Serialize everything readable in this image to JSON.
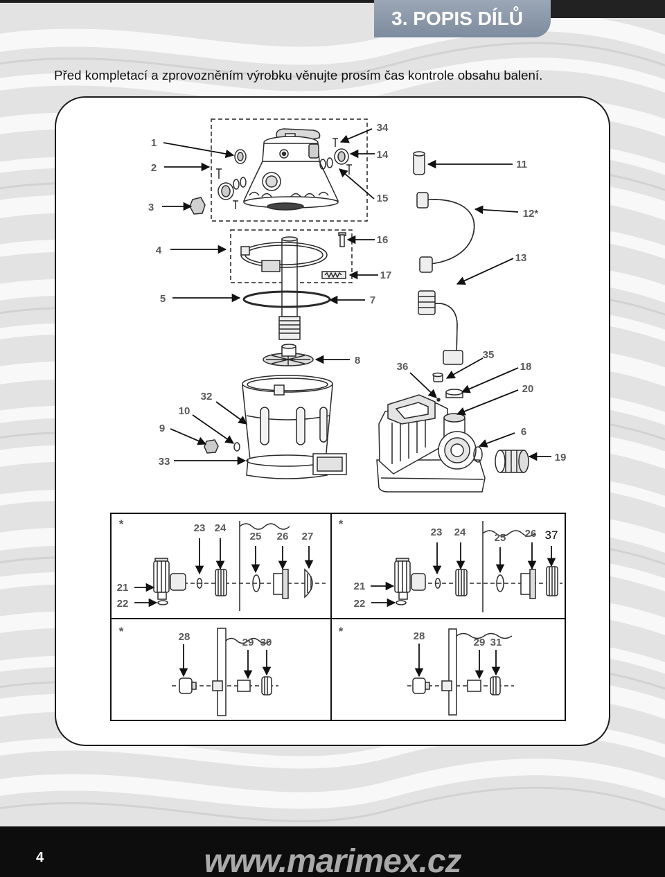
{
  "header": {
    "section_title": "3. POPIS DÍLŮ"
  },
  "intro_text": "Před kompletací a zprovozněním výrobku věnujte prosím čas kontrole obsahu balení.",
  "diagram": {
    "part_numbers": [
      "1",
      "2",
      "3",
      "34",
      "14",
      "15",
      "11",
      "12*",
      "4",
      "16",
      "13",
      "17",
      "5",
      "7",
      "8",
      "35",
      "36",
      "18",
      "32",
      "20",
      "10",
      "9",
      "6",
      "19",
      "33"
    ]
  },
  "variant_panels": [
    {
      "marker": "*",
      "labels": [
        "23",
        "24",
        "25",
        "26",
        "27",
        "21",
        "22"
      ]
    },
    {
      "marker": "*",
      "labels": [
        "23",
        "24",
        "25",
        "26",
        "37",
        "21",
        "22"
      ]
    },
    {
      "marker": "*",
      "labels": [
        "28",
        "29",
        "30"
      ]
    },
    {
      "marker": "*",
      "labels": [
        "28",
        "29",
        "31"
      ]
    }
  ],
  "footer": {
    "page_number": "4",
    "website": "www.marimex.cz"
  },
  "colors": {
    "tab": "#8d9aab",
    "label_gray": "#595959",
    "footer_bg": "#0d0d0d",
    "website_text": "#a9a9a9"
  }
}
